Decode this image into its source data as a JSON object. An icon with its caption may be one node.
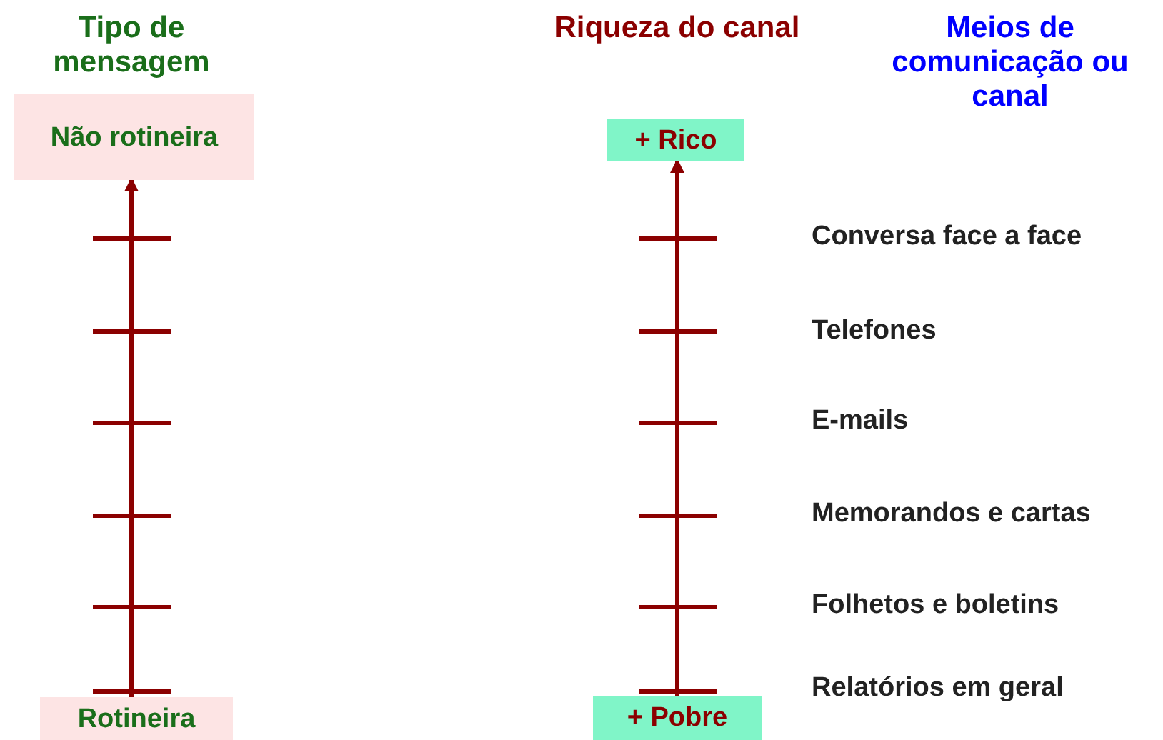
{
  "diagram": {
    "nodes": [
      {
        "text": [
          "Não rotineira"
        ]
      },
      {
        "text": [
          "Rotineira"
        ]
      },
      {
        "text": [
          "+ Rico"
        ]
      },
      {
        "text": [
          "+ Pobre"
        ]
      }
    ],
    "edges": [
      {
        "from": 1,
        "to": 0,
        "arrow": "to"
      },
      {
        "from": 3,
        "to": 2,
        "arrow": "to"
      }
    ],
    "labels": [
      "Tipo de mensagem",
      "Riqueza do canal",
      "Meios de comunicação ou canal",
      "Conversa face a face",
      "Telefones",
      "E-mails",
      "Memorandos e cartas",
      "Folhetos e boletins",
      "Relatórios em geral"
    ]
  }
}
